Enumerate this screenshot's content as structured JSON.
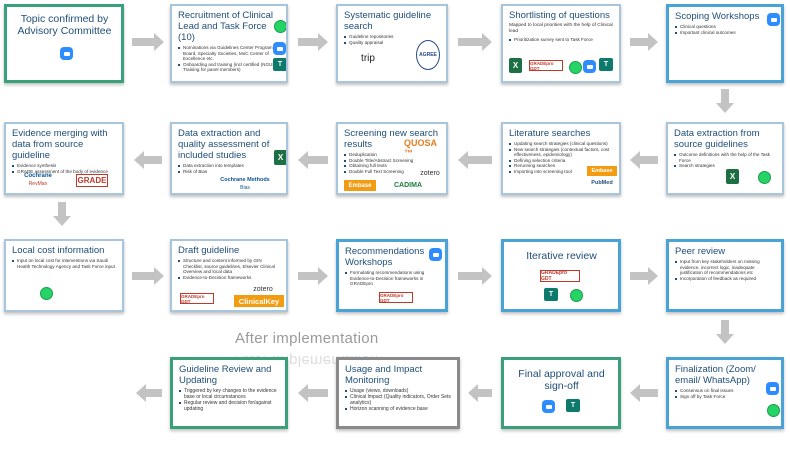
{
  "cards": {
    "c1": {
      "title": "Topic confirmed by Advisory Committee",
      "icons": [
        "zoom-icon"
      ]
    },
    "c2": {
      "title": "Recruitment of Clinical Lead and Task Force (10)",
      "bullets": [
        "Nominations via Guidelines Center Program Board, Specialty Societies, MoC Center of Excellence etc.",
        "Onboarding and training (incl certified (NGUIDE Training for panel members)"
      ],
      "icons": [
        "whatsapp-icon",
        "zoom-icon",
        "teams-icon"
      ]
    },
    "c3": {
      "title": "Systematic guideline search",
      "bullets": [
        "Guideline repositories",
        "Quality appraisal"
      ],
      "logos": {
        "trip": "trip",
        "agree": "AGREE"
      }
    },
    "c4": {
      "title": "Shortlisting of questions",
      "body": "Mapped to local priorities with the help of Clinical lead",
      "bullets": [
        "Prioritization survey sent to Task Force"
      ],
      "logos": {
        "gradepro": "GRADEpro GDT"
      },
      "icons": [
        "excel-icon",
        "whatsapp-icon",
        "zoom-icon",
        "teams-icon"
      ]
    },
    "c5": {
      "title": "Scoping Workshops",
      "bullets": [
        "Clinical questions",
        "Important clinical outcomes"
      ],
      "icons": [
        "zoom-icon"
      ]
    },
    "c6": {
      "title": "Evidence merging with data from source guideline",
      "bullets": [
        "Evidence synthesis",
        "GRADE assessment of the body of evidence"
      ],
      "logos": {
        "cochrane": "Cochrane",
        "revman": "RevMan",
        "grade": "GRADE"
      }
    },
    "c7": {
      "title": "Data extraction and quality assessment of included studies",
      "bullets": [
        "Data extraction into templates",
        "Risk of Bias"
      ],
      "logos": {
        "cochrane": "Cochrane Methods",
        "bias": "Bias"
      },
      "icons": [
        "excel-icon"
      ]
    },
    "c8": {
      "title": "Screening new search results",
      "bullets": [
        "Deduplication",
        "Double Title/Abstract Screening",
        "Obtaining full texts",
        "Double Full Text Screening"
      ],
      "logos": {
        "quosa": "QUOSA ™",
        "zotero": "zotero",
        "embase": "Embase",
        "cadima": "CADIMA"
      }
    },
    "c9": {
      "title": "Literature searches",
      "bullets": [
        "Updating search strategies (clinical questions)",
        "New search strategies (contextual factors, cost effectiveness, epidemiology)",
        "Defining selection criteria",
        "Rerunning searches",
        "Importing into screening tool"
      ],
      "logos": {
        "embase": "Embase",
        "pubmed": "PubMed"
      }
    },
    "c10": {
      "title": "Data extraction from source guidelines",
      "bullets": [
        "Outcome definitions with the help of the Task Force",
        "Search strategies"
      ],
      "icons": [
        "excel-icon",
        "whatsapp-icon"
      ]
    },
    "c11": {
      "title": "Local cost information",
      "bullets": [
        "Input on local cost for interventions via Saudi Health Technology Agency and Task Force input"
      ],
      "icons": [
        "whatsapp-icon"
      ]
    },
    "c12": {
      "title": "Draft guideline",
      "bullets": [
        "Structure and content informed by GIN Checklist, source guidelines, Elsevier Clinical Overview and local data",
        "Evidence-to-Decision frameworks"
      ],
      "logos": {
        "gradepro": "GRADEpro GDT",
        "zotero": "zotero",
        "clinicalkey": "ClinicalKey"
      }
    },
    "c13": {
      "title": "Recommendations Workshops",
      "bullets": [
        "Formulating recommendations using Evidence-to-Decision frameworks in GRADEpro"
      ],
      "logos": {
        "gradepro": "GRADEpro GDT"
      },
      "icons": [
        "zoom-icon"
      ]
    },
    "c14": {
      "title": "Iterative review",
      "logos": {
        "gradepro": "GRADEpro GDT"
      },
      "icons": [
        "teams-icon",
        "whatsapp-icon"
      ]
    },
    "c15": {
      "title": "Peer review",
      "bullets": [
        "Input from key stakeholders on missing evidence, incorrect logic, inadequate justification of recommendations etc",
        "Incorporation of feedback as required"
      ]
    },
    "c16": {
      "title": "Guideline Review and Updating",
      "bullets": [
        "Triggered by key changes to the evidence base or local circumstances",
        "Regular review and decision for/against updating"
      ]
    },
    "c17": {
      "title": "Usage and Impact Monitoring",
      "bullets": [
        "Usage (views, downloads)",
        "Clinical Impact (Quality indicators, Order Sets analytics)",
        "Horizon scanning of evidence base"
      ]
    },
    "c18": {
      "title": "Final approval and sign-off",
      "icons": [
        "zoom-icon",
        "teams-icon"
      ]
    },
    "c19": {
      "title": "Finalization (Zoom/ email/ WhatsApp)",
      "bullets": [
        "Consensus on final issues",
        "Sign off by Task Force"
      ],
      "icons": [
        "zoom-icon",
        "whatsapp-icon"
      ]
    }
  },
  "section_label": "After implementation",
  "colors": {
    "title_text": "#1f4e79",
    "teal_border": "#3aa07a",
    "blue_border": "#4aa3d6",
    "gray_border": "#8a8a8a",
    "arrow": "#c3c3c3"
  }
}
